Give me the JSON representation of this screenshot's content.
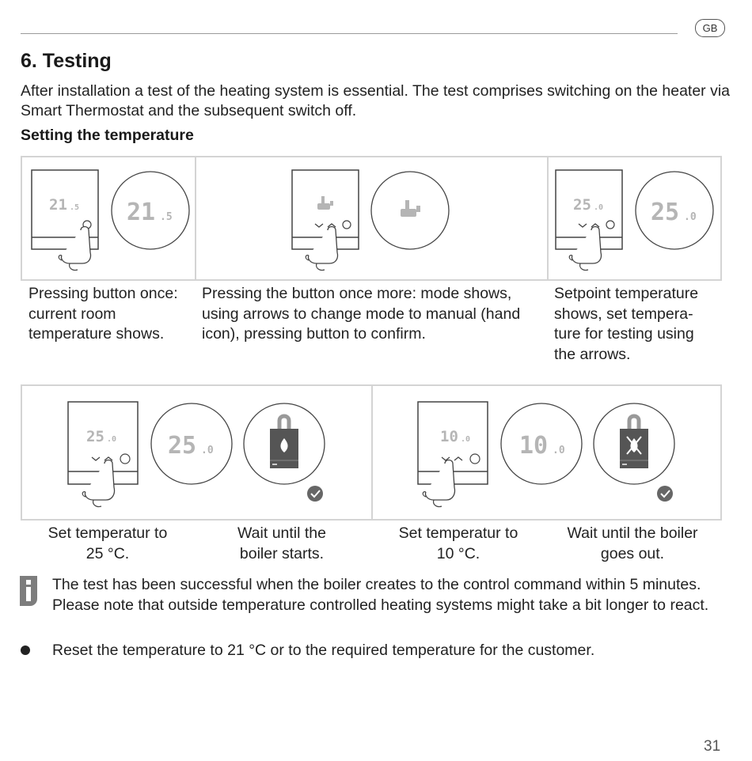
{
  "header": {
    "lang_badge": "GB"
  },
  "section": {
    "title": "6. Testing",
    "intro": "After installation a test of the heating system is essential. The test comprises switching on the heater via Smart Thermostat and the subsequent switch off.",
    "subheading": "Setting the temperature"
  },
  "row1": {
    "panels": [
      {
        "device_text": "21",
        "device_suffix": ".5",
        "ring_text": "21",
        "ring_suffix": ".5"
      },
      {
        "device_icon": "hand-icon",
        "ring_icon": "hand-icon"
      },
      {
        "device_text": "25",
        "device_suffix": ".0",
        "ring_text": "25",
        "ring_suffix": ".0"
      }
    ],
    "captions": [
      "Pressing button once: current room temperature shows.",
      "Pressing the button once more: mode shows, using arrows to change mode to manual (hand icon), pressing button to confirm.",
      "Setpoint temperature shows, set tempera-ture for testing using the arrows."
    ]
  },
  "row2": {
    "panels": [
      {
        "device_text": "25",
        "device_suffix": ".0",
        "ring_text": "25",
        "ring_suffix": ".0",
        "boiler_icon": "flame-icon"
      },
      {
        "device_text": "10",
        "device_suffix": ".0",
        "ring_text": "10",
        "ring_suffix": ".0",
        "boiler_icon": "flame-off-icon"
      }
    ],
    "captions": [
      "Set temperatur to 25 °C.",
      "Wait until the boiler starts.",
      "Set temperatur to 10 °C.",
      "Wait until the boiler goes out."
    ]
  },
  "note": "The test has been successful when the boiler creates to the control command within 5 minutes. Please note that outside temperature controlled heating systems might take a bit longer to react.",
  "bullet": "Reset the temperature to 21 °C or to the required temperature for the customer.",
  "page_number": "31",
  "colors": {
    "display_gray": "#b5b5b5",
    "outline": "#444444",
    "boiler_dark": "#555555",
    "panel_border": "#d4d4d4"
  }
}
